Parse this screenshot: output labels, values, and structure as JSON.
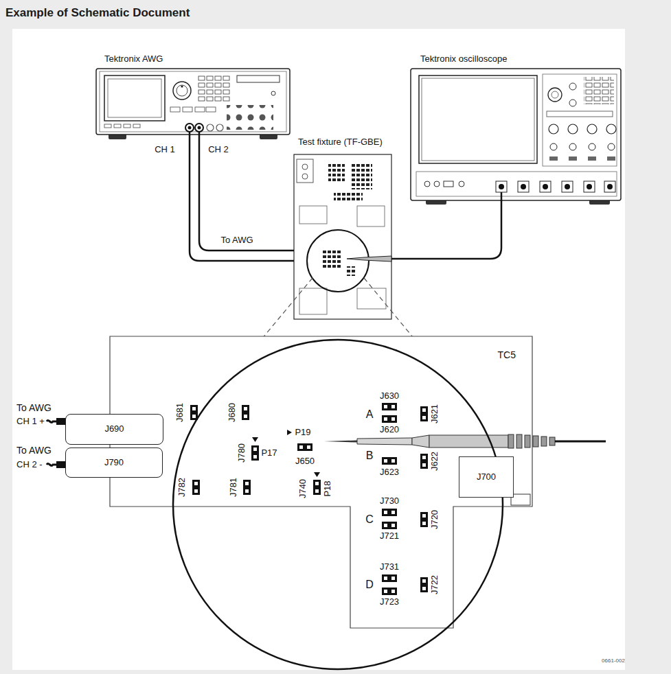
{
  "diagram": {
    "title": "Example of Schematic Document",
    "nodes": [
      {
        "text": [
          "Tektronix AWG"
        ]
      },
      {
        "text": [
          "Tektronix oscilloscope"
        ]
      },
      {
        "text": [
          "Test fixture (TF-GBE)"
        ]
      },
      {
        "text": [
          "TC5"
        ]
      },
      {
        "text": [
          "J690"
        ]
      },
      {
        "text": [
          "J790"
        ]
      },
      {
        "text": [
          "J700"
        ],
        "in": 3
      }
    ],
    "edges": [
      {
        "from": 0,
        "to": 2,
        "arrow": "none"
      },
      {
        "from": 0,
        "to": 2,
        "arrow": "none"
      },
      {
        "from": 2,
        "to": 1,
        "arrow": "none"
      }
    ],
    "labels": [
      "CH 1",
      "CH 2",
      "To AWG",
      "To AWG",
      "CH 1 +",
      "To AWG",
      "CH 2 -",
      "J681",
      "J680",
      "J780",
      "P17",
      "J782",
      "J781",
      "P19",
      "J650",
      "J740",
      "P18",
      "J630",
      "A",
      "J620",
      "J621",
      "B",
      "J622",
      "J623",
      "J730",
      "C",
      "J720",
      "J721",
      "J731",
      "D",
      "J722",
      "J723",
      "0661-002"
    ]
  }
}
